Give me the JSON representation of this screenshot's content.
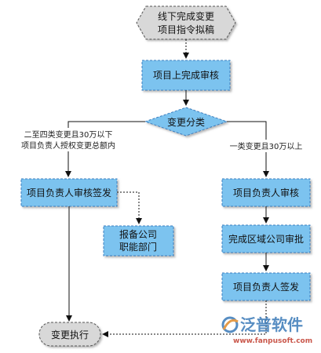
{
  "nodes": {
    "start_line1": "线下完成变更",
    "start_line2": "项目指令拟稿",
    "review": "项目上完成审核",
    "decision": "变更分类",
    "pm_review_sign": "项目负责人审核签发",
    "report_line1": "报备公司",
    "report_line2": "职能部门",
    "pm_review": "项目负责人审核",
    "region_approve": "完成区域公司审批",
    "pm_sign": "项目负责人签发",
    "execute": "变更执行"
  },
  "edges": {
    "left_line1": "二至四类变更且30万以下",
    "left_line2": "项目负责人授权变更总额内",
    "right_label": "一类变更且30万以上"
  },
  "watermark": {
    "brand": "泛普软件",
    "url": "www.fanpusoft.com"
  },
  "colors": {
    "box_fill": "#7cc3ef",
    "box_stroke": "#3b7fc0",
    "hex_fill": "#d8d8d8",
    "line": "#111111"
  }
}
